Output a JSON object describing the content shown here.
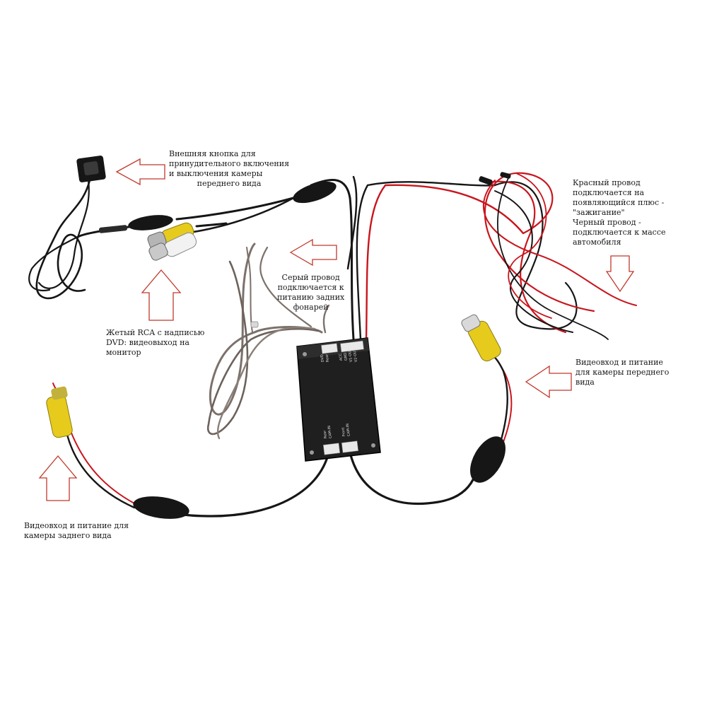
{
  "labels": {
    "front_button": [
      "Внешняя кнопка для",
      "принудительного включения",
      "и выключения камеры",
      "переднего вида"
    ],
    "power": [
      "Красный провод",
      "подключается на",
      "появляющийся плюс -",
      "\"зажигание\"",
      "Черный провод -",
      "подключается к массе",
      "автомобиля"
    ],
    "gray_wire": [
      "Серый провод",
      "подключается к",
      "питанию задних",
      "фонарей"
    ],
    "yellow_rca": [
      "Жетый RCA с надписью",
      "DVD: видеовыход на",
      "монитор"
    ],
    "front_camera": [
      "Видеовход и питание",
      "для камеры переднего",
      "вида"
    ],
    "rear_camera": [
      "Видеовход и питание для",
      "камеры заднего вида"
    ]
  },
  "module_text": {
    "top_left": [
      "DVD",
      "Rear"
    ],
    "top_right": [
      "ACC",
      "GND",
      "V1-OUT",
      "V2-OUT"
    ],
    "bottom_left": [
      "Rear",
      "CAM-IN"
    ],
    "bottom_right": [
      "Front",
      "CAM-IN"
    ]
  },
  "colors": {
    "arrow_outline": "#c0392b",
    "wire_red": "#c8161d",
    "wire_black": "#161616",
    "wire_gray": "#7c716b",
    "rca_yellow": "#e6cb1d",
    "module_body": "#1f1f1f"
  }
}
